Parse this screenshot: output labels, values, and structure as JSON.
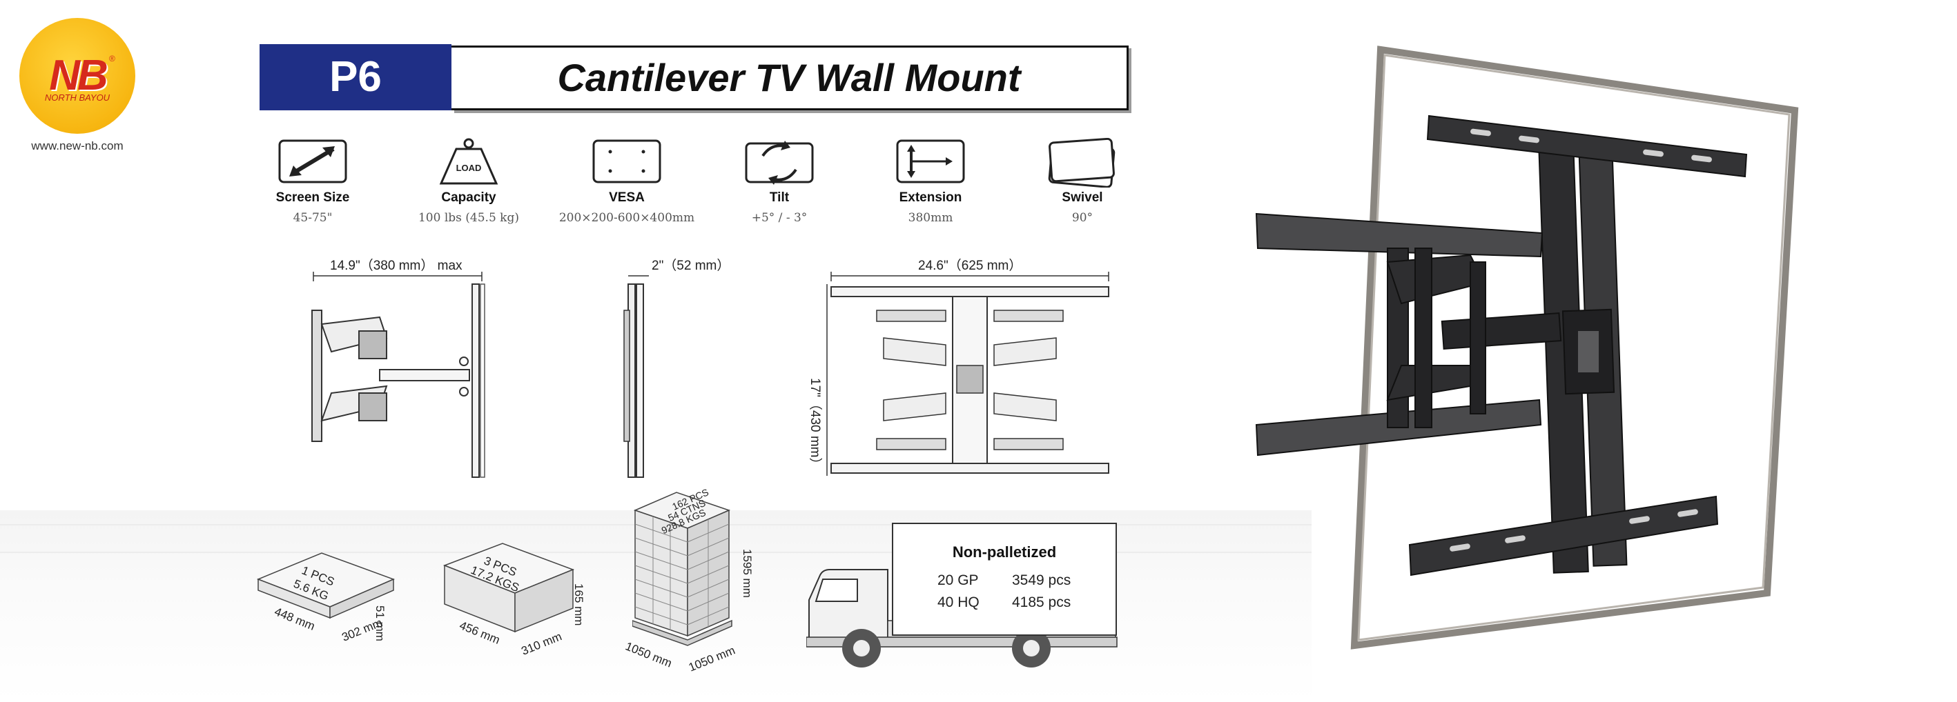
{
  "brand": {
    "logo_text": "NB",
    "logo_sub": "NORTH BAYOU",
    "website": "www.new-nb.com"
  },
  "header": {
    "model": "P6",
    "title": "Cantilever TV  Wall Mount"
  },
  "specs": [
    {
      "icon": "screen-size-icon",
      "label": "Screen Size",
      "value": "45-75\""
    },
    {
      "icon": "load-weight-icon",
      "label": "Capacity",
      "value": "100 lbs (45.5 kg)",
      "icon_text": "LOAD"
    },
    {
      "icon": "vesa-icon",
      "label": "VESA",
      "value": "200×200-600×400mm"
    },
    {
      "icon": "tilt-icon",
      "label": "Tilt",
      "value": "+5° / - 3°"
    },
    {
      "icon": "extension-icon",
      "label": "Extension",
      "value": "380mm"
    },
    {
      "icon": "swivel-icon",
      "label": "Swivel",
      "value": "90°"
    }
  ],
  "dimensions": {
    "extension": "14.9\"（380 mm） max",
    "depth": "2\"（52 mm）",
    "width": "24.6\"（625 mm）",
    "height": "17\"（430 mm）"
  },
  "packaging": {
    "single": {
      "text1": "1 PCS",
      "text2": "5.6 KG",
      "length": "448 mm",
      "width": "302 mm",
      "height": "51 mm"
    },
    "carton": {
      "text1": "3 PCS",
      "text2": "17.2 KGS",
      "length": "456 mm",
      "width": "310 mm",
      "height": "165 mm"
    },
    "pallet": {
      "text1": "162 PCS",
      "text2": "54 CTNS",
      "text3": "928.8 KGS",
      "length": "1050 mm",
      "width": "1050 mm",
      "height": "1595 mm"
    }
  },
  "shipping": {
    "title": "Non-palletized",
    "rows": [
      {
        "container": "20 GP",
        "qty": "3549 pcs"
      },
      {
        "container": "40 HQ",
        "qty": "4185 pcs"
      }
    ]
  },
  "colors": {
    "brand_blue": "#1f2f86",
    "logo_yellow": "#f7b611",
    "logo_red": "#d62a1c"
  }
}
